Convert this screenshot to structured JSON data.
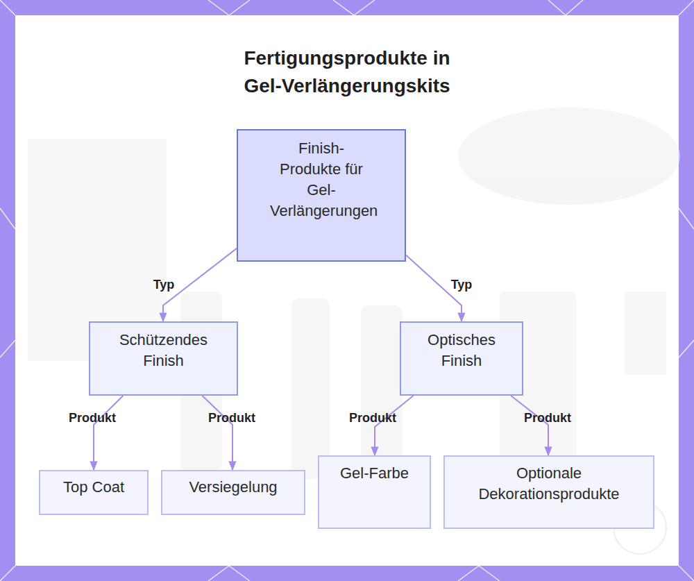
{
  "diagram": {
    "title": "Fertigungsprodukte in Gel-Verlängerungskits",
    "nodes": [
      {
        "text": [
          "Finish-Produkte für Gel-Verlängerungen"
        ]
      },
      {
        "text": [
          "Schützendes Finish"
        ]
      },
      {
        "text": [
          "Optisches Finish"
        ]
      },
      {
        "text": [
          "Top Coat"
        ]
      },
      {
        "text": [
          "Versiegelung"
        ]
      },
      {
        "text": [
          "Gel-Farbe"
        ]
      },
      {
        "text": [
          "Optionale Dekorationsprodukte"
        ]
      }
    ],
    "edges": [
      {
        "from": 0,
        "to": 1,
        "arrow": "to",
        "label": "Typ"
      },
      {
        "from": 0,
        "to": 2,
        "arrow": "to",
        "label": "Typ"
      },
      {
        "from": 1,
        "to": 3,
        "arrow": "to",
        "label": "Produkt"
      },
      {
        "from": 1,
        "to": 4,
        "arrow": "to",
        "label": "Produkt"
      },
      {
        "from": 2,
        "to": 5,
        "arrow": "to",
        "label": "Produkt"
      },
      {
        "from": 2,
        "to": 6,
        "arrow": "to",
        "label": "Produkt"
      }
    ]
  }
}
